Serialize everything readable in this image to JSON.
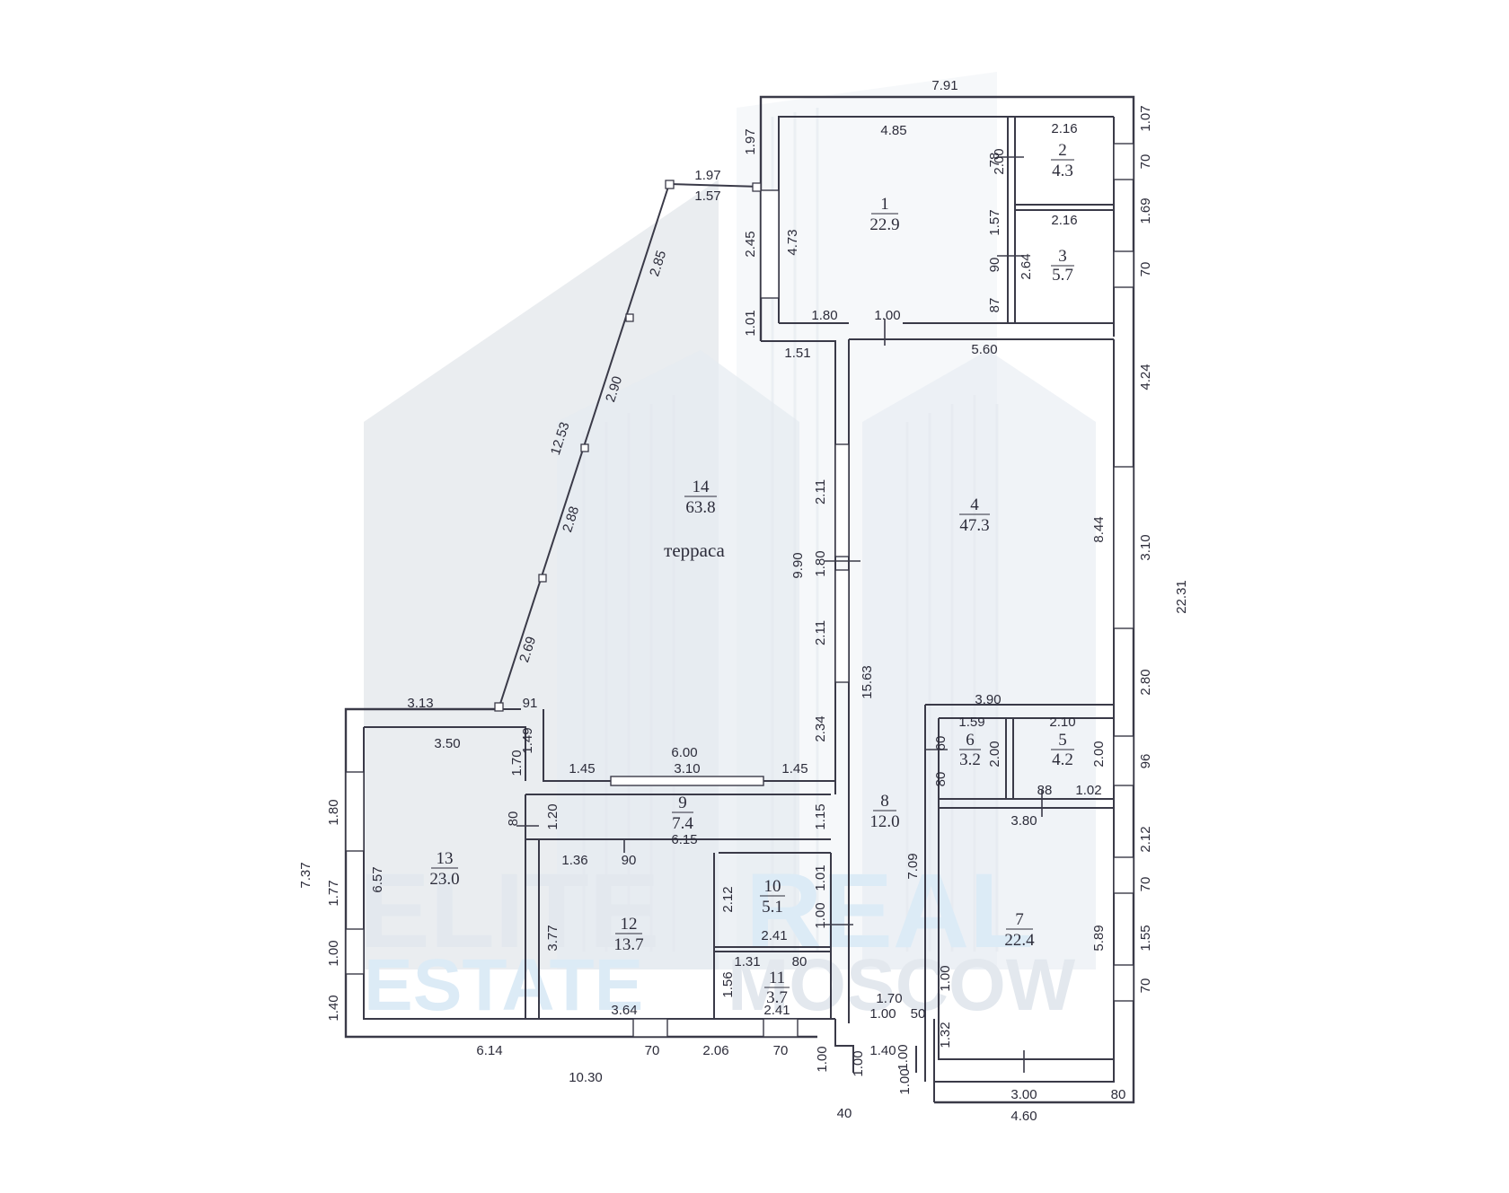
{
  "watermark": {
    "line1_part1": "ELITE",
    "line1_part2": "REAL",
    "line2_part1": "ESTATE",
    "line2_part2": "MOSCOW"
  },
  "rooms": [
    {
      "id": "r1",
      "number": "1",
      "area": "22.9"
    },
    {
      "id": "r2",
      "number": "2",
      "area": "4.3"
    },
    {
      "id": "r3",
      "number": "3",
      "area": "5.7"
    },
    {
      "id": "r4",
      "number": "4",
      "area": "47.3"
    },
    {
      "id": "r5",
      "number": "5",
      "area": "4.2"
    },
    {
      "id": "r6",
      "number": "6",
      "area": "3.2"
    },
    {
      "id": "r7",
      "number": "7",
      "area": "22.4"
    },
    {
      "id": "r8",
      "number": "8",
      "area": "12.0"
    },
    {
      "id": "r9",
      "number": "9",
      "area": "7.4"
    },
    {
      "id": "r10",
      "number": "10",
      "area": "5.1"
    },
    {
      "id": "r11",
      "number": "11",
      "area": "3.7"
    },
    {
      "id": "r12",
      "number": "12",
      "area": "13.7"
    },
    {
      "id": "r13",
      "number": "13",
      "area": "23.0"
    },
    {
      "id": "r14",
      "number": "14",
      "area": "63.8",
      "label": "терраса"
    }
  ],
  "dimensions": {
    "d_top_total": "7.91",
    "d_r1_width": "4.85",
    "d_r2_width": "2.16",
    "d_r3_width": "2.16",
    "d_right_107": "1.07",
    "d_right_70a": "70",
    "d_right_169": "1.69",
    "d_right_70b": "70",
    "d_right_424": "4.24",
    "d_right_310": "3.10",
    "d_right_2231": "22.31",
    "d_right_280": "2.80",
    "d_right_96": "96",
    "d_right_212": "2.12",
    "d_right_70c": "70",
    "d_right_155": "1.55",
    "d_right_70d": "70",
    "d_r2_h": "2.00",
    "d_r2_78": "78",
    "d_157": "1.57",
    "d_r3_h": "2.64",
    "d_r3_90": "90",
    "d_r3_87": "87",
    "d_r1_h": "4.73",
    "d_197_left": "1.97",
    "d_245": "2.45",
    "d_101": "1.01",
    "d_180": "1.80",
    "d_100_door": "1.00",
    "d_151": "1.51",
    "d_560": "5.60",
    "d_197_top": "1.97",
    "d_157_top": "1.57",
    "d_285": "2.85",
    "d_290": "2.90",
    "d_1253": "12.53",
    "d_288": "2.88",
    "d_269": "2.69",
    "d_211a": "2.11",
    "d_990": "9.90",
    "d_180_mid": "1.80",
    "d_211b": "2.11",
    "d_1563": "15.63",
    "d_844": "8.44",
    "d_234": "2.34",
    "d_390": "3.90",
    "d_159": "1.59",
    "d_210": "2.10",
    "d_r6_60a": "60",
    "d_r6_80": "80",
    "d_r6_200": "2.00",
    "d_r5_200": "2.00",
    "d_88": "88",
    "d_102": "1.02",
    "d_380": "3.80",
    "d_313": "3.13",
    "d_91": "91",
    "d_149": "1.49",
    "d_350": "3.50",
    "d_170": "1.70",
    "d_145a": "1.45",
    "d_600": "6.00",
    "d_310_win": "3.10",
    "d_145b": "1.45",
    "d_120": "1.20",
    "d_80_9": "80",
    "d_615": "6.15",
    "d_115": "1.15",
    "d_136": "1.36",
    "d_90_12": "90",
    "d_180_left": "1.80",
    "d_737": "7.37",
    "d_657": "6.57",
    "d_177": "1.77",
    "d_100_left": "1.00",
    "d_140": "1.40",
    "d_377": "3.77",
    "d_212_10": "2.12",
    "d_101_10": "1.01",
    "d_100_10": "1.00",
    "d_241a": "2.41",
    "d_131": "1.31",
    "d_80_11": "80",
    "d_156": "1.56",
    "d_241b": "2.41",
    "d_364": "3.64",
    "d_614": "6.14",
    "d_70a": "70",
    "d_206": "2.06",
    "d_70b": "70",
    "d_1030": "10.30",
    "d_709": "7.09",
    "d_589": "5.89",
    "d_100_7": "1.00",
    "d_170_7": "1.70",
    "d_100_7b": "1.00",
    "d_50": "50",
    "d_132": "1.32",
    "d_100_b1": "1.00",
    "d_140_b": "1.40",
    "d_100_b2": "1.00",
    "d_100_b3": "1.00",
    "d_100_b4": "1.00",
    "d_40": "40",
    "d_300": "3.00",
    "d_80_b": "80",
    "d_460": "4.60"
  }
}
